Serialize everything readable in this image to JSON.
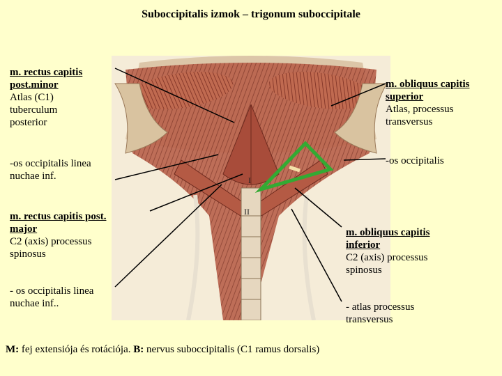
{
  "title": "Suboccipitalis izmok – trigonum suboccipitale",
  "left": {
    "top": {
      "heading": "m. rectus capitis post.minor",
      "lines": [
        "Atlas (C1)",
        "tuberculum",
        "posterior"
      ]
    },
    "middle": {
      "lines": [
        "-os occipitalis linea",
        "nuchae inf."
      ]
    },
    "bottom": {
      "heading": "m. rectus capitis post. major",
      "lines": [
        "C2 (axis) processus",
        "spinosus"
      ]
    },
    "lower": {
      "lines": [
        "- os occipitalis linea",
        "nuchae inf.."
      ]
    }
  },
  "right": {
    "top": {
      "heading": "m. obliquus capitis superior",
      "lines": [
        "Atlas, processus",
        "transversus"
      ]
    },
    "middle": {
      "lines": [
        "-os occipitalis"
      ]
    },
    "bottom": {
      "heading": "m. obliquus capitis inferior",
      "lines": [
        "C2 (axis) processus",
        "spinosus"
      ]
    },
    "lower": {
      "lines": [
        "- atlas processus",
        "transversus"
      ]
    }
  },
  "figure": {
    "vertebra_labels": [
      "I",
      "II"
    ]
  },
  "footer": {
    "m_label": "M:",
    "m_text": " fej extensiója és rotációja. ",
    "b_label": "B:",
    "b_text": " nervus suboccipitalis (C1 ramus dorsalis)"
  },
  "colors": {
    "background": "#ffffcc",
    "triangle": "#33aa33",
    "muscle": "#b8604a",
    "muscle_dark": "#7a2e22",
    "tissue": "#e8d8c0"
  }
}
